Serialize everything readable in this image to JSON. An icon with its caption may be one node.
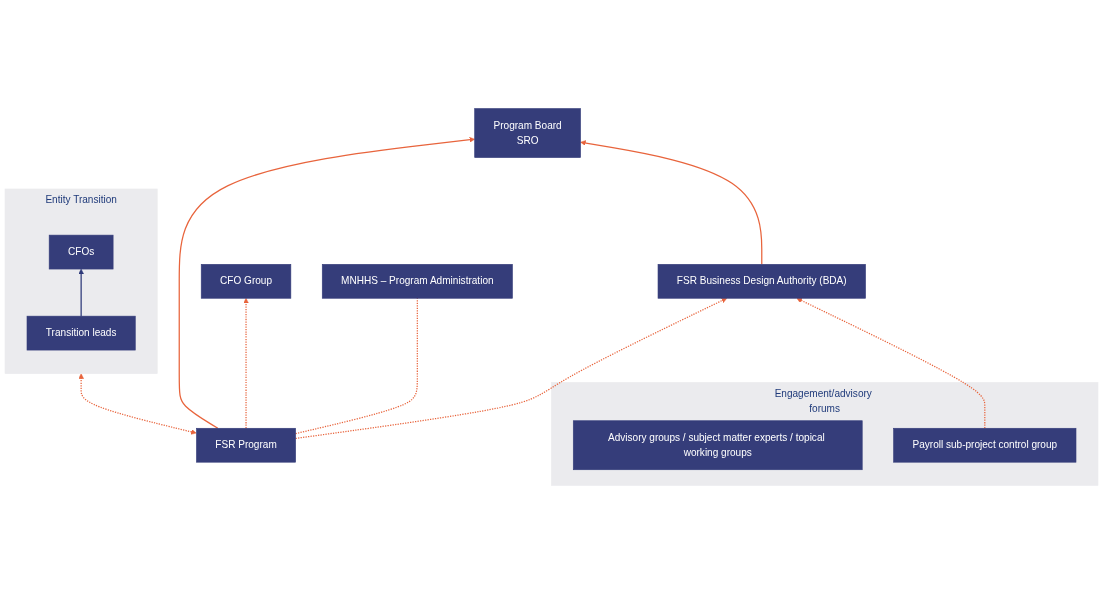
{
  "diagram": {
    "nodes": [
      {
        "text": [
          "Program Board",
          "SRO"
        ]
      },
      {
        "text": [
          "FSR Business Design Authority (BDA)"
        ]
      },
      {
        "text": [
          "CFO Group"
        ]
      },
      {
        "text": [
          "MNHHS – Program Administration"
        ]
      },
      {
        "text": [
          "FSR Program"
        ]
      },
      {
        "text": [
          "Entity Transition"
        ]
      },
      {
        "text": [
          "CFOs"
        ],
        "in": 5
      },
      {
        "text": [
          "Transition leads"
        ],
        "in": 5
      },
      {
        "text": [
          "Engagement/advisory forums"
        ]
      },
      {
        "text": [
          "Advisory groups / subject matter experts / topical working groups"
        ],
        "in": 8
      },
      {
        "text": [
          "Payroll sub-project control group"
        ],
        "in": 8
      }
    ],
    "edges": [
      {
        "from": 4,
        "to": 0,
        "arrow": "to"
      },
      {
        "from": 1,
        "to": 0,
        "arrow": "to"
      },
      {
        "from": 4,
        "to": 1,
        "arrow": "to",
        "style": "dashed"
      },
      {
        "from": 4,
        "to": 2,
        "arrow": "to",
        "style": "dashed"
      },
      {
        "from": 4,
        "to": 3,
        "arrow": "none",
        "style": "dashed"
      },
      {
        "from": 4,
        "to": 5,
        "arrow": "both",
        "style": "dashed"
      },
      {
        "from": 10,
        "to": 1,
        "arrow": "to",
        "style": "dashed"
      },
      {
        "from": 7,
        "to": 6,
        "arrow": "to",
        "color": "#2e3a7a"
      }
    ]
  }
}
